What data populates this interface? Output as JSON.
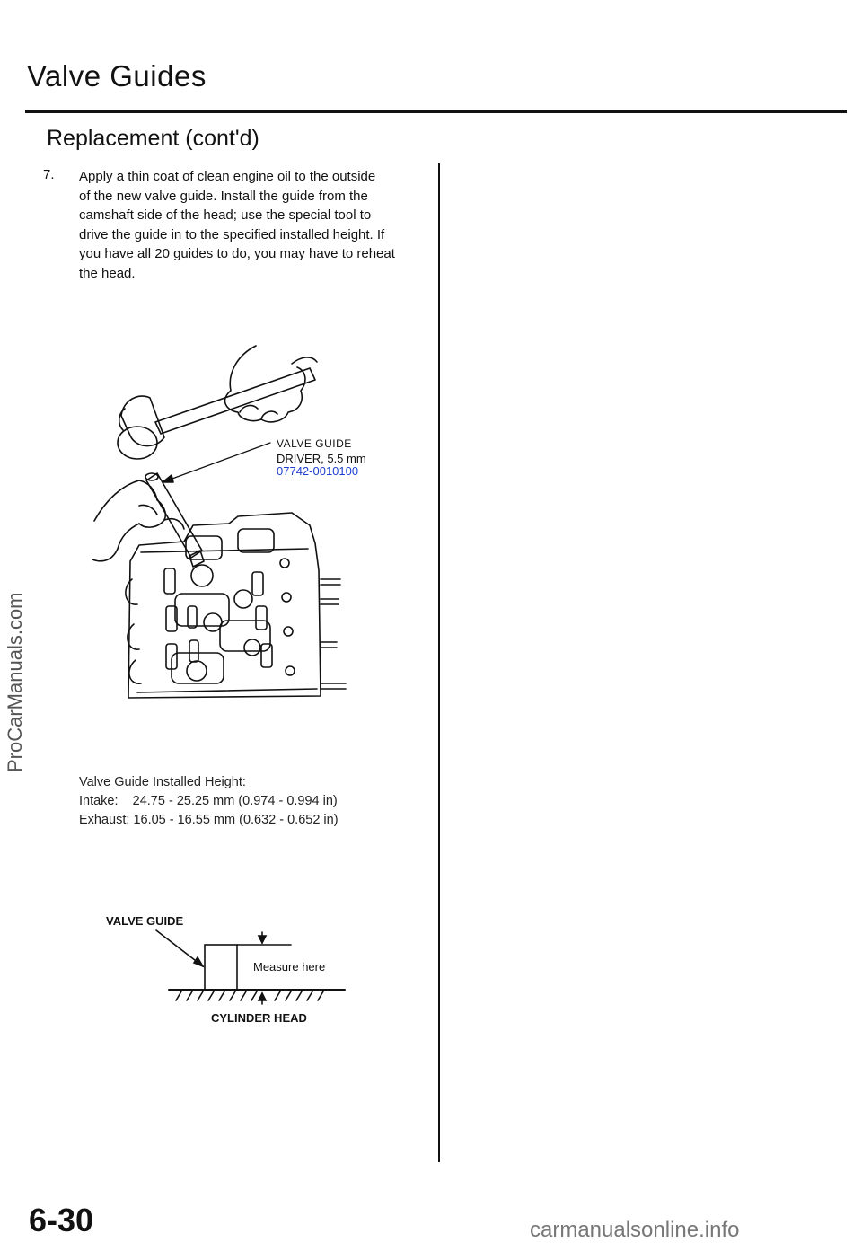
{
  "header": {
    "title": "Valve Guides",
    "subtitle": "Replacement (cont'd)"
  },
  "step": {
    "number": "7.",
    "lines": [
      "Apply a thin coat of clean engine oil to the outside",
      "of the new valve guide. Install the guide from the",
      "camshaft side of the head; use the special tool to",
      "drive the guide in to the specified installed height. If",
      "you have all 20 guides to do, you may have to reheat",
      "the head."
    ]
  },
  "figure1": {
    "callout_line1": "VALVE GUIDE",
    "callout_line2": "DRIVER, 5.5 mm",
    "callout_line3": "07742-0010100",
    "callout_link_color": "#1e3fd0"
  },
  "spec": {
    "heading": "Valve Guide Installed Height:",
    "intake": "Intake:    24.75 - 25.25 mm (0.974 - 0.994 in)",
    "exhaust": "Exhaust: 16.05 - 16.55 mm (0.632 - 0.652 in)"
  },
  "figure2": {
    "valve_guide_label": "VALVE GUIDE",
    "measure_label": "Measure here",
    "cylinder_head_label": "CYLINDER HEAD"
  },
  "footer": {
    "page_number": "6-30",
    "watermark_side": "ProCarManuals.com",
    "watermark_bottom": "carmanualsonline.info"
  }
}
